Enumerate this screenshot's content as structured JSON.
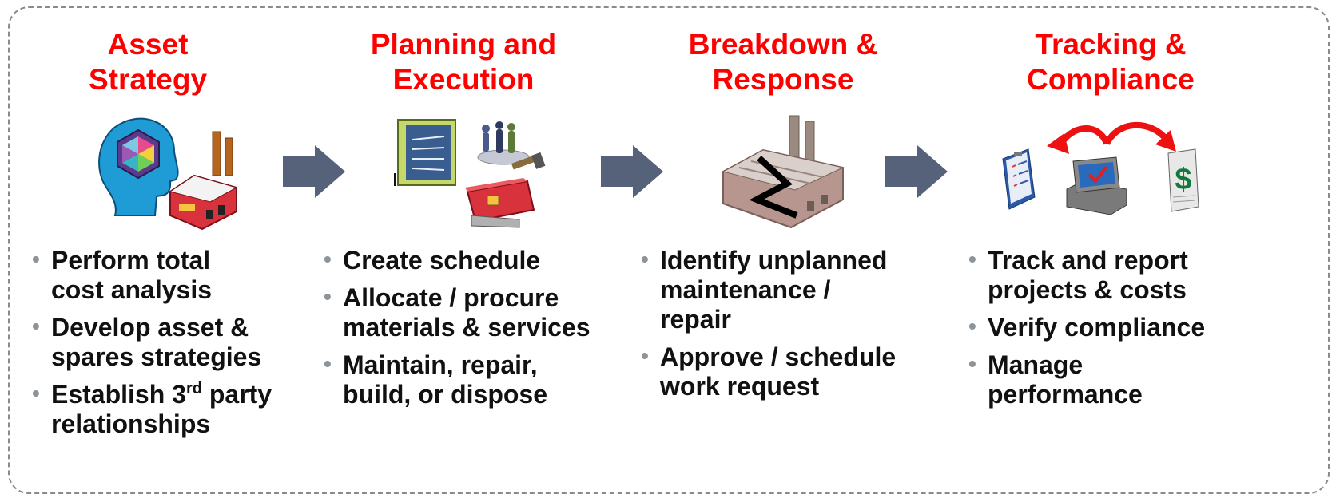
{
  "columns": [
    {
      "title_lines": [
        "Asset",
        "Strategy"
      ],
      "icon": "brain-factory-icon",
      "bullets": [
        {
          "lines": [
            "Perform total",
            "cost analysis"
          ]
        },
        {
          "lines": [
            "Develop asset &",
            "spares strategies"
          ]
        },
        {
          "pre": "Establish 3",
          "sup": "rd",
          "post": " party",
          "line2": "relationships"
        }
      ]
    },
    {
      "title_lines": [
        "Planning and",
        "Execution"
      ],
      "icon": "planning-tools-icon",
      "bullets": [
        {
          "lines": [
            "Create schedule"
          ]
        },
        {
          "lines": [
            "Allocate / procure",
            "materials & services"
          ]
        },
        {
          "lines": [
            "Maintain, repair,",
            "build, or dispose"
          ]
        }
      ]
    },
    {
      "title_lines": [
        "Breakdown &",
        "Response"
      ],
      "icon": "broken-factory-icon",
      "bullets": [
        {
          "lines": [
            "Identify unplanned",
            "maintenance /",
            "repair"
          ]
        },
        {
          "lines": [
            "Approve / schedule",
            "work request"
          ]
        }
      ]
    },
    {
      "title_lines": [
        "Tracking &",
        "Compliance"
      ],
      "icon": "tracking-computer-icon",
      "bullets": [
        {
          "lines": [
            "Track and report",
            "projects & costs"
          ]
        },
        {
          "lines": [
            "Verify compliance"
          ]
        },
        {
          "lines": [
            "Manage",
            "performance"
          ]
        }
      ]
    }
  ],
  "colors": {
    "title": "#ff0000",
    "arrow": "#55627a",
    "bullet": "#8c9399",
    "text": "#111111"
  },
  "icons": {
    "dollar_sign": "$"
  }
}
